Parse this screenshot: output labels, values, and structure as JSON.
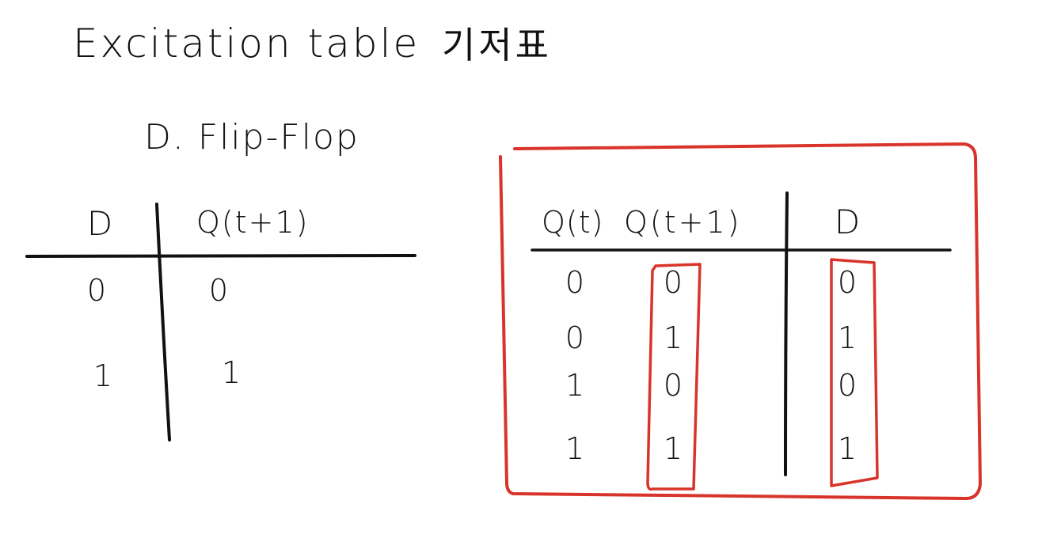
{
  "note": {
    "title": "Excitation table",
    "title_korean": "기저표",
    "subtitle": "D. Flip-Flop"
  },
  "left_table": {
    "headers": [
      "D",
      "Q(t+1)"
    ],
    "rows": [
      [
        "0",
        "0"
      ],
      [
        "1",
        "1"
      ]
    ]
  },
  "right_table": {
    "headers": [
      "Q(t)",
      "Q(t+1)",
      "D"
    ],
    "rows": [
      [
        "0",
        "0",
        "0"
      ],
      [
        "0",
        "1",
        "1"
      ],
      [
        "1",
        "0",
        "0"
      ],
      [
        "1",
        "1",
        "1"
      ]
    ]
  },
  "colors": {
    "ink": "#111111",
    "highlight": "#d9342b",
    "background": "#ffffff"
  }
}
